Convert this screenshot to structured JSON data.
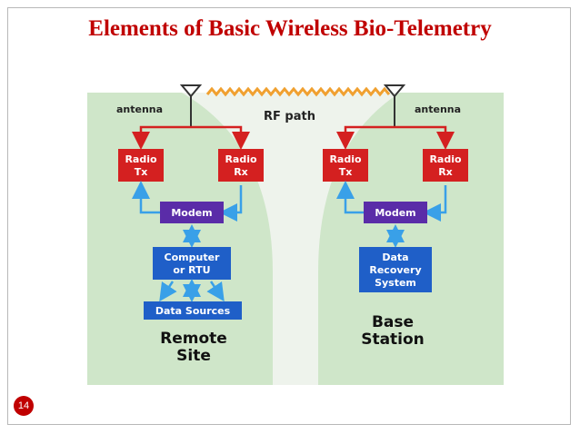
{
  "slide": {
    "title": "Elements of Basic Wireless Bio-Telemetry",
    "page_number": "14"
  },
  "diagram": {
    "rf_path_label": "RF path",
    "remote": {
      "antenna_label": "antenna",
      "radio_tx": [
        "Radio",
        "Tx"
      ],
      "radio_rx": [
        "Radio",
        "Rx"
      ],
      "modem": "Modem",
      "computer": [
        "Computer",
        "or RTU"
      ],
      "data_sources": "Data Sources",
      "site_label": [
        "Remote",
        "Site"
      ]
    },
    "base": {
      "antenna_label": "antenna",
      "radio_tx": [
        "Radio",
        "Tx"
      ],
      "radio_rx": [
        "Radio",
        "Rx"
      ],
      "modem": "Modem",
      "data_recovery": [
        "Data",
        "Recovery",
        "System"
      ],
      "site_label": [
        "Base",
        "Station"
      ]
    },
    "colors": {
      "background": "#cfe6c9",
      "radio_box": "#d42020",
      "modem_box": "#5a2ca8",
      "blue_box": "#1f5fc8",
      "red_arrow": "#d42020",
      "blue_arrow": "#39a0e8",
      "rf_wave": "#f0a030"
    }
  }
}
